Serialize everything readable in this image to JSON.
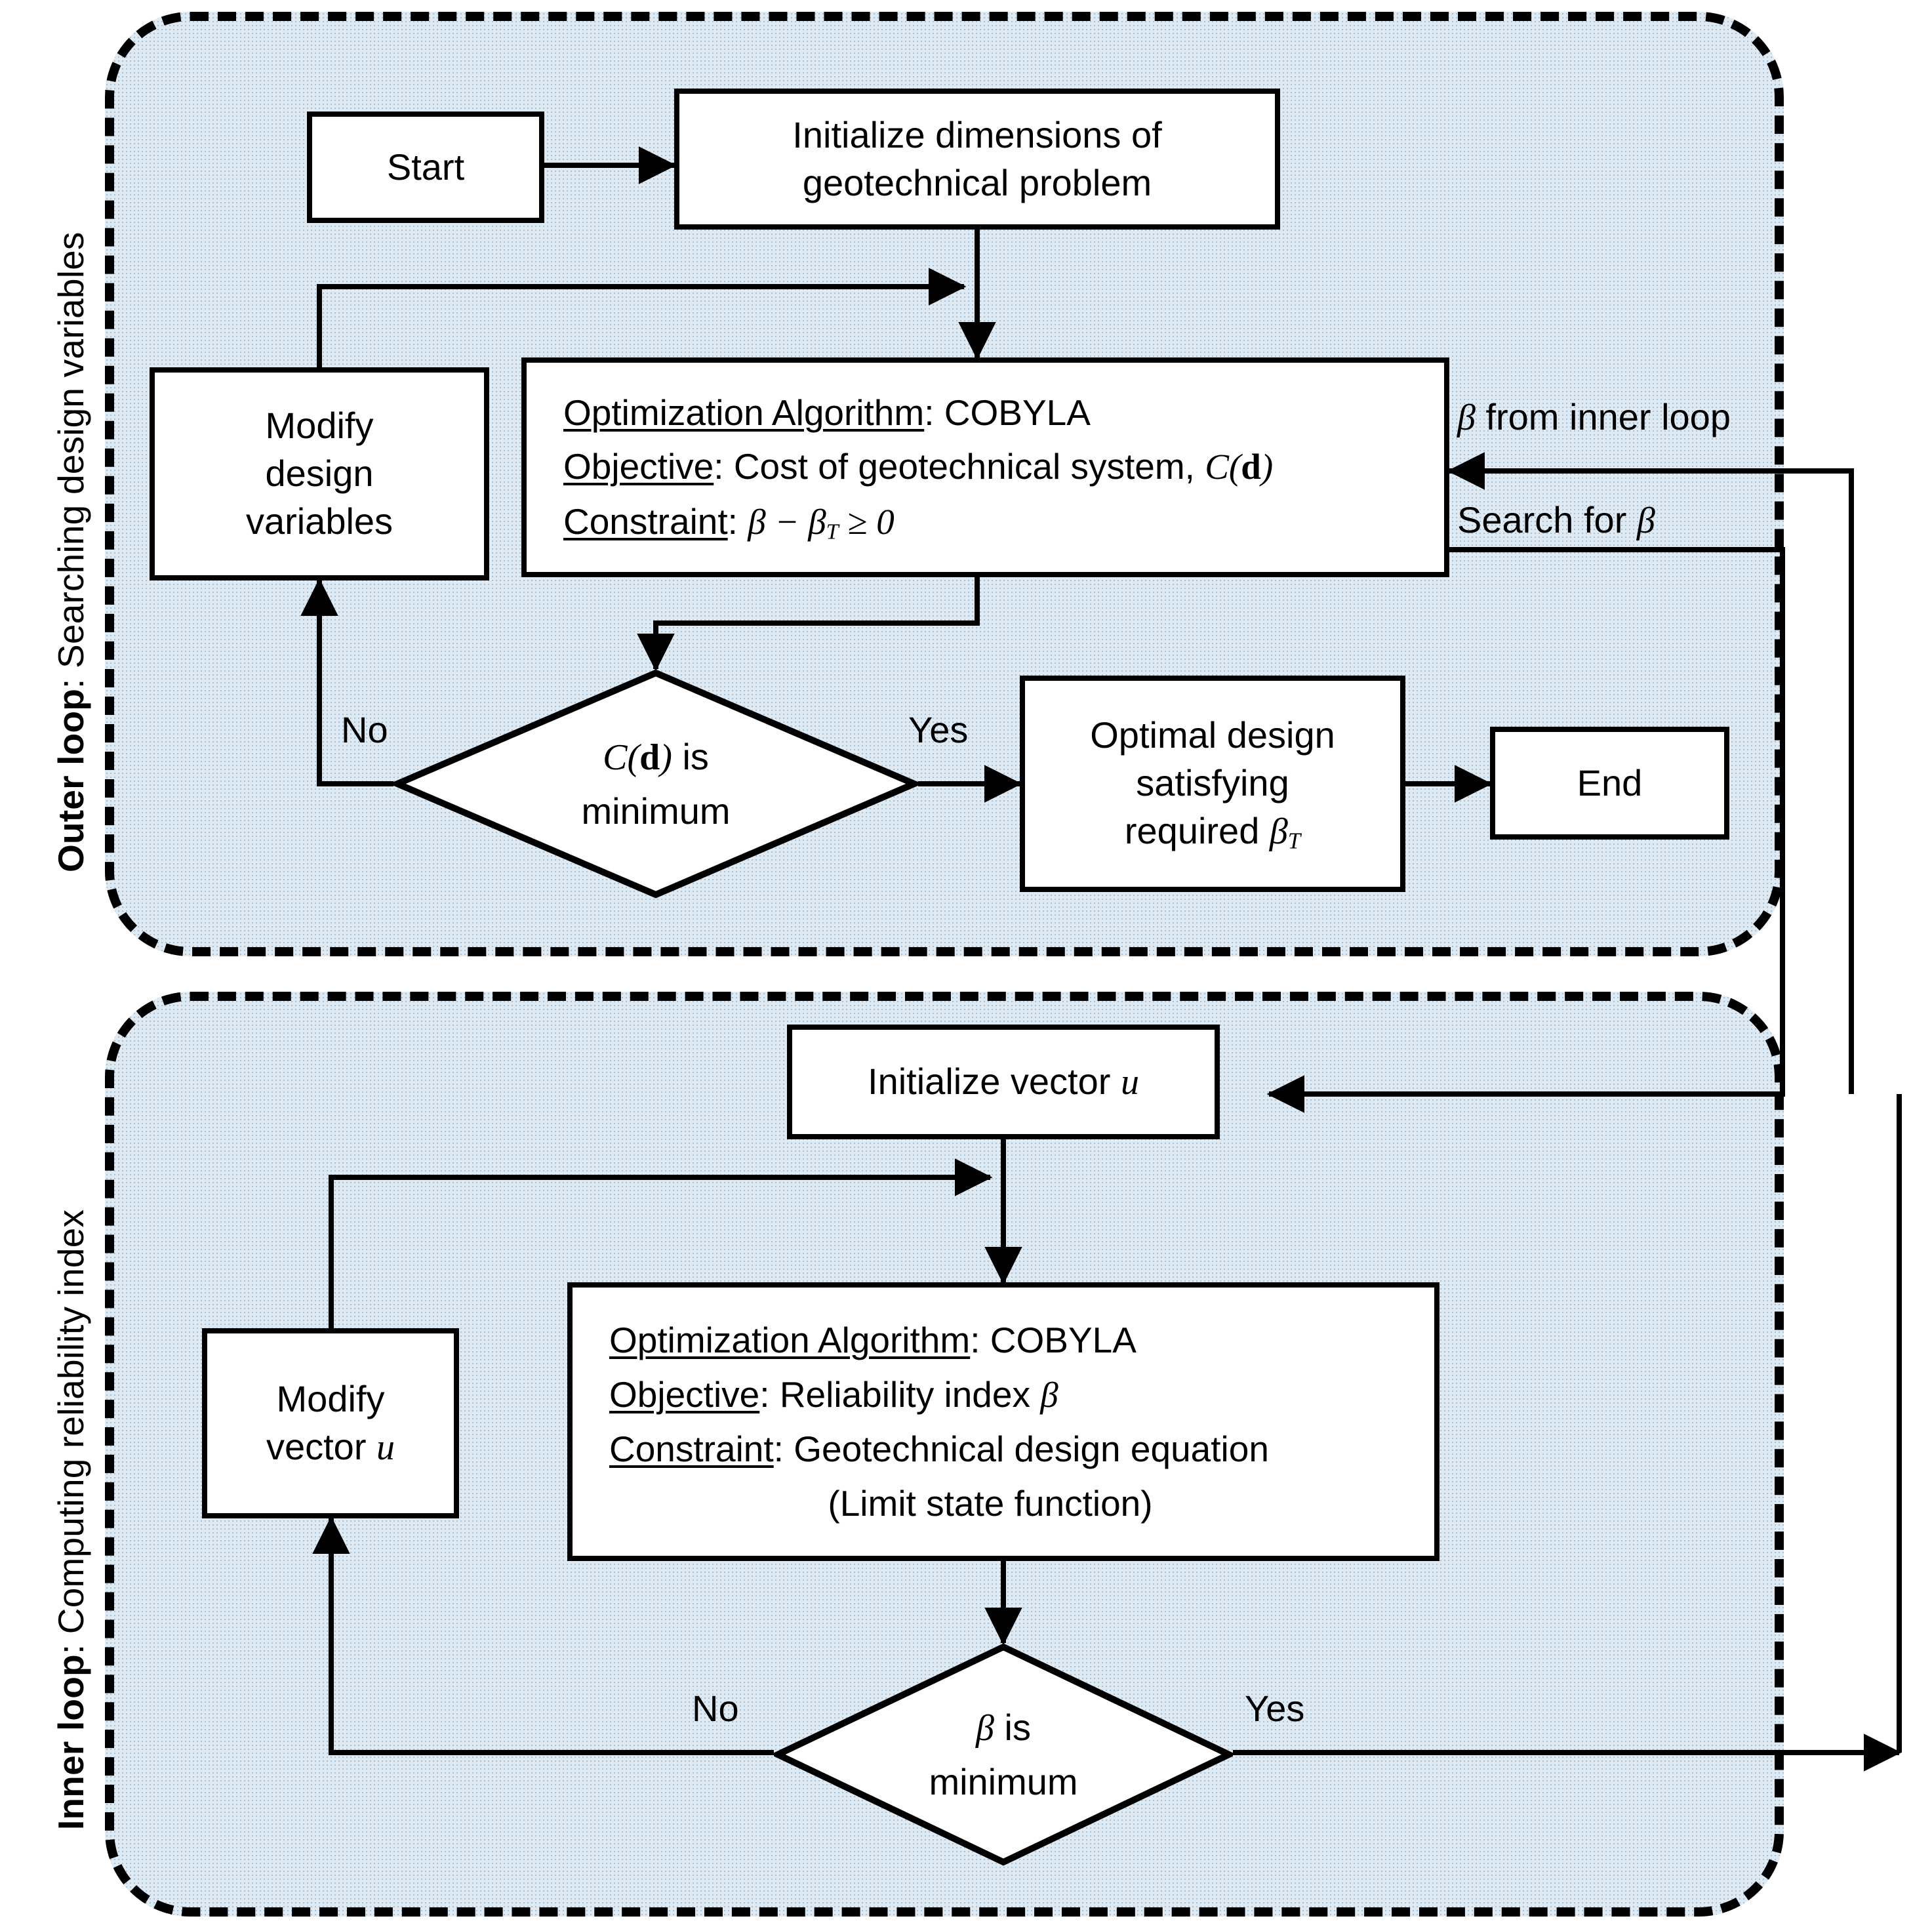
{
  "diagram": {
    "title": "Nested optimization flowchart for reliability-based geotechnical design",
    "background_color": "#dfeaf2",
    "line_color": "#000000",
    "node_fill": "#ffffff"
  },
  "outer_loop": {
    "label_bold": "Outer loop",
    "label_rest": ": Searching design variables",
    "nodes": {
      "start": "Start",
      "initialize_l1": "Initialize dimensions of",
      "initialize_l2": "geotechnical problem",
      "modify_l1": "Modify",
      "modify_l2": "design",
      "modify_l3": "variables",
      "alg_line1_key": "Optimization Algorithm",
      "alg_line1_val": ": COBYLA",
      "alg_line2_key": "Objective",
      "alg_line2_val": ": Cost of geotechnical system, ",
      "alg_line2_math": "C(d)",
      "alg_line3_key": "Constraint",
      "alg_line3_val": ": ",
      "alg_line3_math": "β − βT ≥ 0",
      "decision_l1": "C(d) is",
      "decision_l2": "minimum",
      "optimal_l1": "Optimal design",
      "optimal_l2": "satisfying",
      "optimal_l3": "required βT",
      "end": "End"
    },
    "edge_labels": {
      "no": "No",
      "yes": "Yes",
      "beta_from_inner": "β from inner loop",
      "search_for_beta": "Search for β"
    }
  },
  "inner_loop": {
    "label_bold": "Inner loop",
    "label_rest": ": Computing reliability index",
    "nodes": {
      "initialize_vector": "Initialize vector u",
      "modify_l1": "Modify",
      "modify_l2": "vector u",
      "alg_line1_key": "Optimization Algorithm",
      "alg_line1_val": ": COBYLA",
      "alg_line2_key": "Objective",
      "alg_line2_val": ": Reliability index β",
      "alg_line3_key": "Constraint",
      "alg_line3_val": ": Geotechnical design equation",
      "alg_line4": "(Limit state function)",
      "decision_l1": "β is",
      "decision_l2": "minimum"
    },
    "edge_labels": {
      "no": "No",
      "yes": "Yes"
    }
  }
}
